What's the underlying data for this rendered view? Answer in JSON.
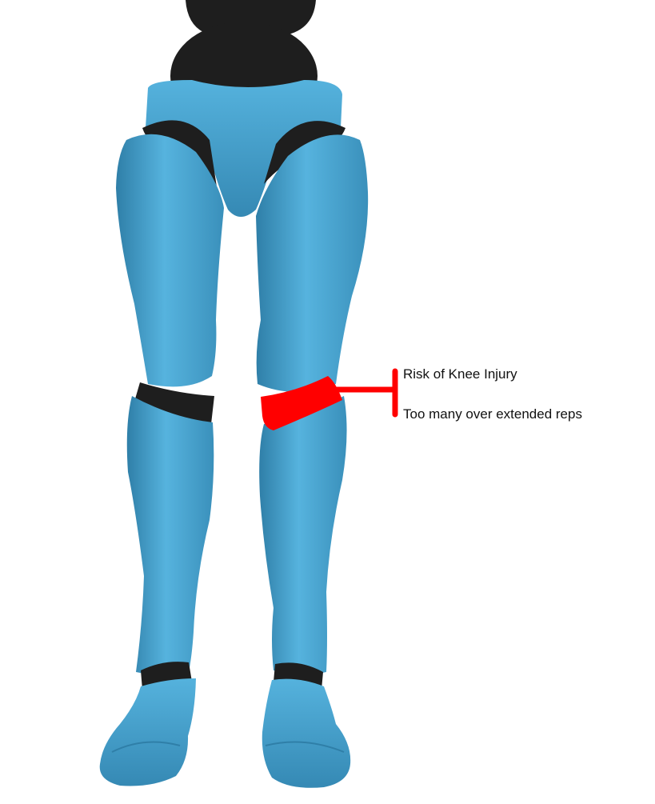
{
  "colors": {
    "body_blue": "#4aa8d4",
    "body_dark_blue": "#2f7fa8",
    "joint_black": "#1e1e1e",
    "injury_red": "#ff0000",
    "background": "#ffffff"
  },
  "annotation": {
    "line1": "Risk of Knee Injury",
    "line2": "Too many over extended reps",
    "highlight_target": "right-knee-joint"
  }
}
